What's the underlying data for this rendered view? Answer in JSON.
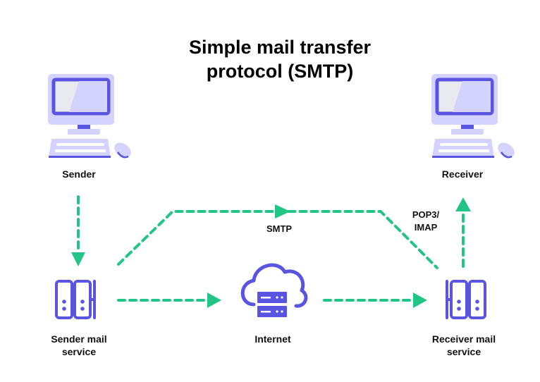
{
  "title_line1": "Simple mail transfer",
  "title_line2": "protocol (SMTP)",
  "nodes": {
    "sender": "Sender",
    "receiver": "Receiver",
    "sender_mail_line1": "Sender mail",
    "sender_mail_line2": "service",
    "internet": "Internet",
    "receiver_mail_line1": "Receiver mail",
    "receiver_mail_line2": "service"
  },
  "edges": {
    "smtp": "SMTP",
    "pop3_line1": "POP3/",
    "pop3_line2": "IMAP"
  },
  "colors": {
    "accent": "#5A55E0",
    "light": "#D4D3FF",
    "screen": "#E8EAEF",
    "arrow": "#22C487"
  }
}
